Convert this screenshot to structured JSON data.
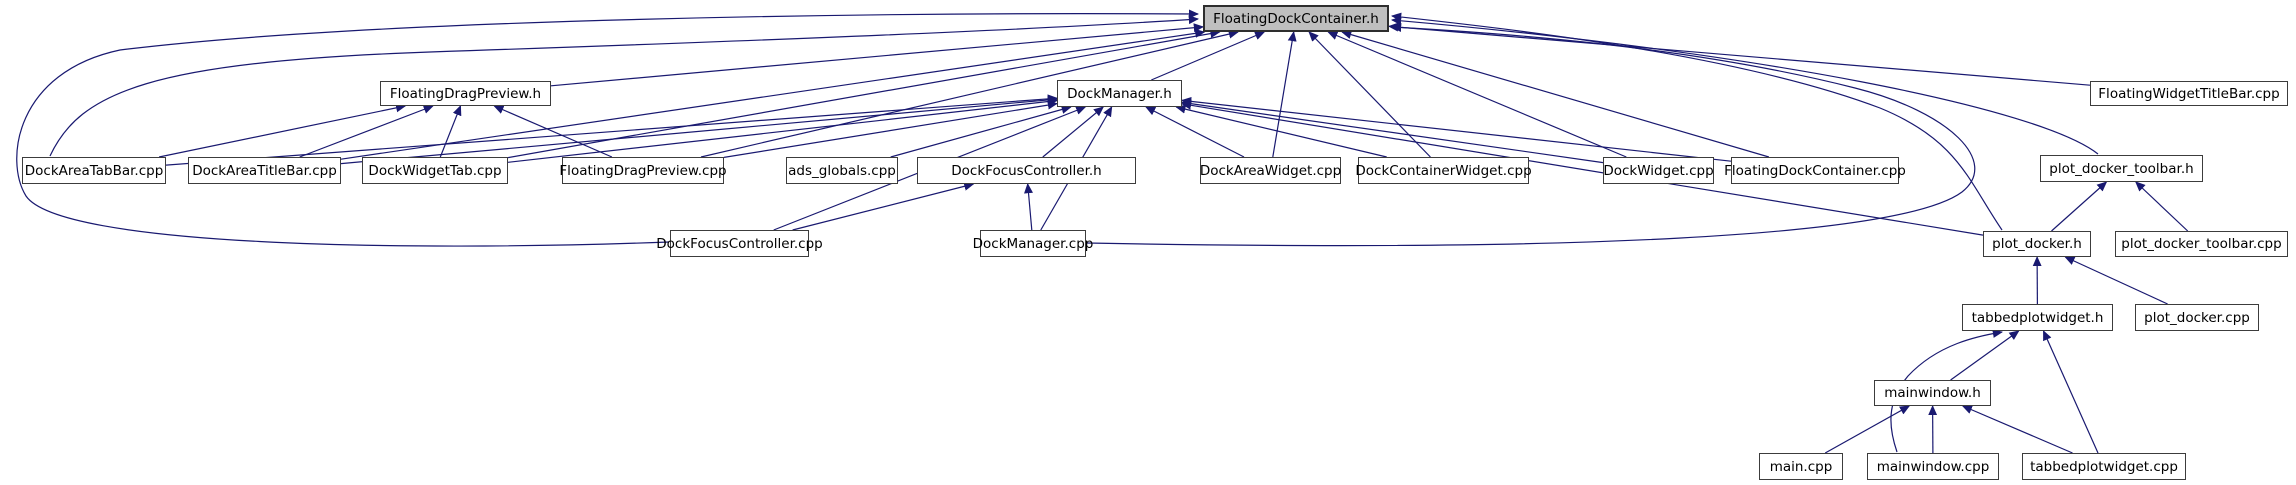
{
  "diagram": {
    "kind": "include-dependency-graph",
    "root": "FloatingDockContainer.h"
  },
  "colors": {
    "edge": "#191970",
    "node_fill": "#ffffff",
    "node_border": "#3c3c3c",
    "root_fill": "#bfbfbf",
    "text": "#000000",
    "background": "#ffffff"
  },
  "nodes": [
    {
      "id": "FloatingDockContainer.h",
      "label": "FloatingDockContainer.h",
      "highlighted": true
    },
    {
      "id": "FloatingDragPreview.h",
      "label": "FloatingDragPreview.h",
      "highlighted": false
    },
    {
      "id": "DockManager.h",
      "label": "DockManager.h",
      "highlighted": false
    },
    {
      "id": "FloatingWidgetTitleBar.cpp",
      "label": "FloatingWidgetTitleBar.cpp",
      "highlighted": false
    },
    {
      "id": "DockAreaTabBar.cpp",
      "label": "DockAreaTabBar.cpp",
      "highlighted": false
    },
    {
      "id": "DockAreaTitleBar.cpp",
      "label": "DockAreaTitleBar.cpp",
      "highlighted": false
    },
    {
      "id": "DockWidgetTab.cpp",
      "label": "DockWidgetTab.cpp",
      "highlighted": false
    },
    {
      "id": "FloatingDragPreview.cpp",
      "label": "FloatingDragPreview.cpp",
      "highlighted": false
    },
    {
      "id": "ads_globals.cpp",
      "label": "ads_globals.cpp",
      "highlighted": false
    },
    {
      "id": "DockFocusController.h",
      "label": "DockFocusController.h",
      "highlighted": false
    },
    {
      "id": "DockAreaWidget.cpp",
      "label": "DockAreaWidget.cpp",
      "highlighted": false
    },
    {
      "id": "DockContainerWidget.cpp",
      "label": "DockContainerWidget.cpp",
      "highlighted": false
    },
    {
      "id": "DockWidget.cpp",
      "label": "DockWidget.cpp",
      "highlighted": false
    },
    {
      "id": "FloatingDockContainer.cpp",
      "label": "FloatingDockContainer.cpp",
      "highlighted": false
    },
    {
      "id": "plot_docker_toolbar.h",
      "label": "plot_docker_toolbar.h",
      "highlighted": false
    },
    {
      "id": "DockFocusController.cpp",
      "label": "DockFocusController.cpp",
      "highlighted": false
    },
    {
      "id": "DockManager.cpp",
      "label": "DockManager.cpp",
      "highlighted": false
    },
    {
      "id": "plot_docker.h",
      "label": "plot_docker.h",
      "highlighted": false
    },
    {
      "id": "plot_docker_toolbar.cpp",
      "label": "plot_docker_toolbar.cpp",
      "highlighted": false
    },
    {
      "id": "tabbedplotwidget.h",
      "label": "tabbedplotwidget.h",
      "highlighted": false
    },
    {
      "id": "plot_docker.cpp",
      "label": "plot_docker.cpp",
      "highlighted": false
    },
    {
      "id": "mainwindow.h",
      "label": "mainwindow.h",
      "highlighted": false
    },
    {
      "id": "main.cpp",
      "label": "main.cpp",
      "highlighted": false
    },
    {
      "id": "mainwindow.cpp",
      "label": "mainwindow.cpp",
      "highlighted": false
    },
    {
      "id": "tabbedplotwidget.cpp",
      "label": "tabbedplotwidget.cpp",
      "highlighted": false
    }
  ],
  "edges": [
    {
      "from": "FloatingDragPreview.h",
      "to": "FloatingDockContainer.h"
    },
    {
      "from": "DockManager.h",
      "to": "FloatingDockContainer.h"
    },
    {
      "from": "FloatingWidgetTitleBar.cpp",
      "to": "FloatingDockContainer.h"
    },
    {
      "from": "DockAreaTabBar.cpp",
      "to": "FloatingDockContainer.h"
    },
    {
      "from": "DockAreaTitleBar.cpp",
      "to": "FloatingDockContainer.h"
    },
    {
      "from": "DockWidgetTab.cpp",
      "to": "FloatingDockContainer.h"
    },
    {
      "from": "FloatingDragPreview.cpp",
      "to": "FloatingDockContainer.h"
    },
    {
      "from": "DockAreaWidget.cpp",
      "to": "FloatingDockContainer.h"
    },
    {
      "from": "DockContainerWidget.cpp",
      "to": "FloatingDockContainer.h"
    },
    {
      "from": "DockWidget.cpp",
      "to": "FloatingDockContainer.h"
    },
    {
      "from": "FloatingDockContainer.cpp",
      "to": "FloatingDockContainer.h"
    },
    {
      "from": "DockFocusController.cpp",
      "to": "FloatingDockContainer.h"
    },
    {
      "from": "DockManager.cpp",
      "to": "FloatingDockContainer.h"
    },
    {
      "from": "plot_docker_toolbar.h",
      "to": "FloatingDockContainer.h"
    },
    {
      "from": "plot_docker.h",
      "to": "FloatingDockContainer.h"
    },
    {
      "from": "DockAreaTabBar.cpp",
      "to": "FloatingDragPreview.h"
    },
    {
      "from": "DockAreaTitleBar.cpp",
      "to": "FloatingDragPreview.h"
    },
    {
      "from": "DockWidgetTab.cpp",
      "to": "FloatingDragPreview.h"
    },
    {
      "from": "FloatingDragPreview.cpp",
      "to": "FloatingDragPreview.h"
    },
    {
      "from": "DockAreaTabBar.cpp",
      "to": "DockManager.h"
    },
    {
      "from": "DockAreaTitleBar.cpp",
      "to": "DockManager.h"
    },
    {
      "from": "DockWidgetTab.cpp",
      "to": "DockManager.h"
    },
    {
      "from": "FloatingDragPreview.cpp",
      "to": "DockManager.h"
    },
    {
      "from": "ads_globals.cpp",
      "to": "DockManager.h"
    },
    {
      "from": "DockFocusController.h",
      "to": "DockManager.h"
    },
    {
      "from": "DockFocusController.cpp",
      "to": "DockManager.h"
    },
    {
      "from": "DockManager.cpp",
      "to": "DockManager.h"
    },
    {
      "from": "DockAreaWidget.cpp",
      "to": "DockManager.h"
    },
    {
      "from": "DockContainerWidget.cpp",
      "to": "DockManager.h"
    },
    {
      "from": "DockWidget.cpp",
      "to": "DockManager.h"
    },
    {
      "from": "FloatingDockContainer.cpp",
      "to": "DockManager.h"
    },
    {
      "from": "plot_docker.h",
      "to": "DockManager.h"
    },
    {
      "from": "DockFocusController.cpp",
      "to": "DockFocusController.h"
    },
    {
      "from": "DockManager.cpp",
      "to": "DockFocusController.h"
    },
    {
      "from": "plot_docker.h",
      "to": "plot_docker_toolbar.h"
    },
    {
      "from": "plot_docker_toolbar.cpp",
      "to": "plot_docker_toolbar.h"
    },
    {
      "from": "tabbedplotwidget.h",
      "to": "plot_docker.h"
    },
    {
      "from": "plot_docker.cpp",
      "to": "plot_docker.h"
    },
    {
      "from": "mainwindow.h",
      "to": "tabbedplotwidget.h"
    },
    {
      "from": "mainwindow.cpp",
      "to": "tabbedplotwidget.h"
    },
    {
      "from": "tabbedplotwidget.cpp",
      "to": "tabbedplotwidget.h"
    },
    {
      "from": "main.cpp",
      "to": "mainwindow.h"
    },
    {
      "from": "mainwindow.cpp",
      "to": "mainwindow.h"
    },
    {
      "from": "tabbedplotwidget.cpp",
      "to": "mainwindow.h"
    }
  ]
}
